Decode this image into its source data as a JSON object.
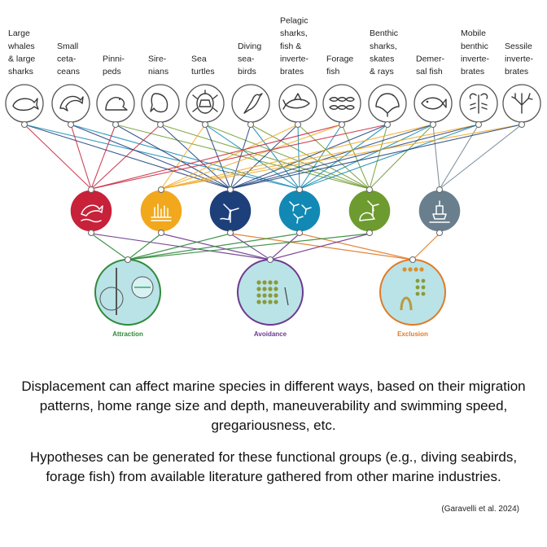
{
  "species_groups": [
    {
      "label_lines": [
        "Large",
        "whales",
        "& large",
        "sharks"
      ],
      "icon": "whale-icon"
    },
    {
      "label_lines": [
        "Small",
        "ceta-",
        "ceans"
      ],
      "icon": "dolphin-icon"
    },
    {
      "label_lines": [
        "Pinni-",
        "peds"
      ],
      "icon": "seal-icon"
    },
    {
      "label_lines": [
        "Sire-",
        "nians"
      ],
      "icon": "manatee-icon"
    },
    {
      "label_lines": [
        "Sea",
        "turtles"
      ],
      "icon": "turtle-icon"
    },
    {
      "label_lines": [
        "Diving",
        "sea-",
        "birds"
      ],
      "icon": "seabird-icon"
    },
    {
      "label_lines": [
        "Pelagic",
        "sharks,",
        "fish &",
        "inverte-",
        "brates"
      ],
      "icon": "shark-icon"
    },
    {
      "label_lines": [
        "Forage",
        "fish"
      ],
      "icon": "fish-school-icon"
    },
    {
      "label_lines": [
        "Benthic",
        "sharks,",
        "skates",
        "& rays"
      ],
      "icon": "ray-icon"
    },
    {
      "label_lines": [
        "Demer-",
        "sal fish"
      ],
      "icon": "demersal-fish-icon"
    },
    {
      "label_lines": [
        "Mobile",
        "benthic",
        "inverte-",
        "brates"
      ],
      "icon": "lobster-icon"
    },
    {
      "label_lines": [
        "Sessile",
        "inverte-",
        "brates"
      ],
      "icon": "coral-icon"
    }
  ],
  "stressors": [
    {
      "icon": "underwater-noise-icon",
      "color": "#c8213a"
    },
    {
      "icon": "habitat-change-icon",
      "color": "#f2a81d"
    },
    {
      "icon": "turbine-icon",
      "color": "#1d3f7a"
    },
    {
      "icon": "turbine-array-icon",
      "color": "#1289b4"
    },
    {
      "icon": "turbine-seal-icon",
      "color": "#6e9b2f"
    },
    {
      "icon": "buoy-icon",
      "color": "#6a7f8e"
    }
  ],
  "outcomes": [
    {
      "label": "Attraction",
      "color": "#2f8a3a"
    },
    {
      "label": "Avoidance",
      "color": "#6d3a8e"
    },
    {
      "label": "Exclusion",
      "color": "#e07a26"
    }
  ],
  "caption_1": "Displacement can affect marine species in different ways, based on their migration patterns, home range size and depth, maneuverability and swimming speed, gregariousness, etc.",
  "caption_2": "Hypotheses can be generated for these functional groups (e.g., diving seabirds, forage fish) from available literature gathered from other marine industries.",
  "citation": "(Garavelli et al. 2024)"
}
